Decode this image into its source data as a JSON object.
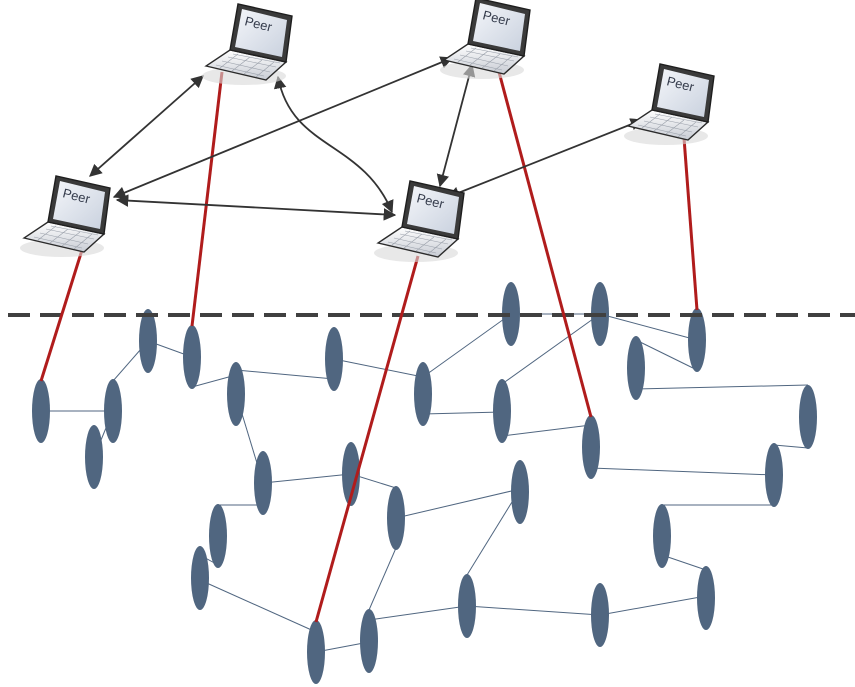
{
  "peers": [
    {
      "id": "p1",
      "label": "Peer"
    },
    {
      "id": "p2",
      "label": "Peer"
    },
    {
      "id": "p3",
      "label": "Peer"
    },
    {
      "id": "p4",
      "label": "Peer"
    },
    {
      "id": "p5",
      "label": "Peer"
    }
  ],
  "peer_links": [
    {
      "from": "p1",
      "to": "p4"
    },
    {
      "from": "p4",
      "to": "p2"
    },
    {
      "from": "p4",
      "to": "p5"
    },
    {
      "from": "p1",
      "to": "p5"
    },
    {
      "from": "p2",
      "to": "p5"
    },
    {
      "from": "p5",
      "to": "p3"
    }
  ],
  "colors": {
    "overlay_arrow": "#333333",
    "mapping_line": "#b01c1c",
    "node_fill": "#506680",
    "physical_link": "#506680",
    "divider": "#404040"
  }
}
